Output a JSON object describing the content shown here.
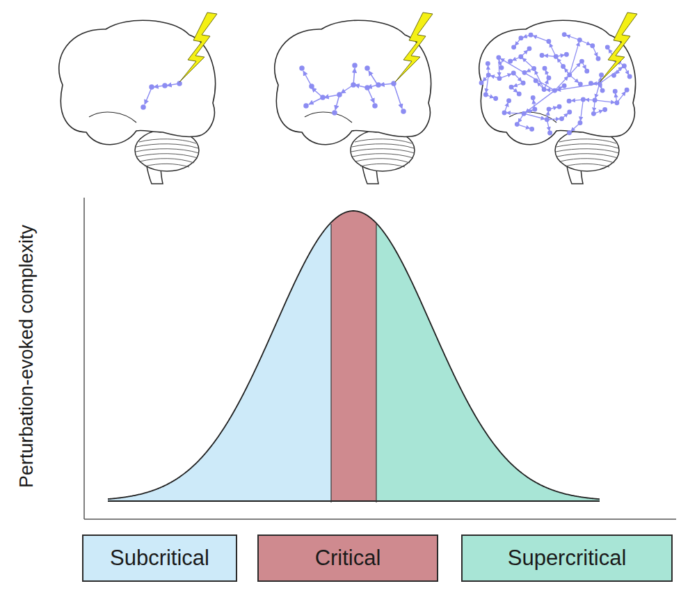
{
  "diagram": {
    "nodes": [
      {
        "text": [
          "Subcritical"
        ]
      },
      {
        "text": [
          "Critical"
        ]
      },
      {
        "text": [
          "Supercritical"
        ]
      }
    ],
    "labels": [
      "Perturbation-evoked complexity"
    ]
  }
}
